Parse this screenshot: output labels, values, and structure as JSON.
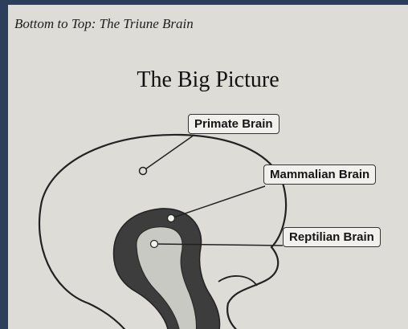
{
  "page": {
    "running_header": "Bottom to Top: The Triune Brain",
    "title": "The Big Picture"
  },
  "diagram": {
    "labels": {
      "primate": "Primate Brain",
      "mammalian": "Mammalian Brain",
      "reptilian": "Reptilian Brain"
    },
    "colors": {
      "page": "#dedcd6",
      "ink": "#222222",
      "mammalian_fill": "#3d3d3d",
      "reptilian_fill": "#c9c9c4",
      "background": "#2b3f5c"
    }
  }
}
